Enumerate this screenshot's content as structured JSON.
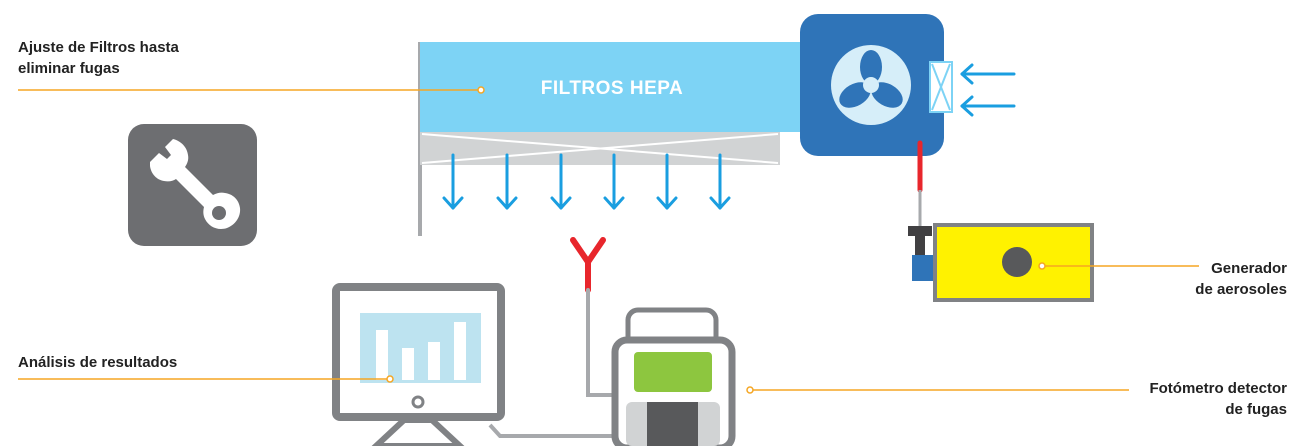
{
  "labels": {
    "filter_adjust": {
      "line1": "Ajuste de Filtros hasta",
      "line2": "eliminar fugas"
    },
    "results": "Análisis de resultados",
    "aerosol_generator": {
      "line1": "Generador",
      "line2": "de aerosoles"
    },
    "photometer": {
      "line1": "Fotómetro detector",
      "line2": "de fugas"
    }
  },
  "hepa_unit": {
    "title": "FILTROS HEPA"
  },
  "icons": {
    "tool": "wrench-icon",
    "fan": "fan-icon",
    "monitor": "monitor-icon",
    "photometer": "photometer-icon",
    "generator": "aerosol-generator-icon"
  },
  "colors": {
    "hepa_blue": "#7dd3f5",
    "fan_blue": "#2f74b8",
    "arrow_blue": "#1a9ee0",
    "leader_orange": "#f5a623",
    "tube_red": "#e8262c",
    "generator_yellow": "#fff200",
    "screen_green": "#8dc63f",
    "frame_gray": "#808285",
    "filter_gray": "#d1d3d4",
    "wrench_tile": "#6d6e71"
  }
}
